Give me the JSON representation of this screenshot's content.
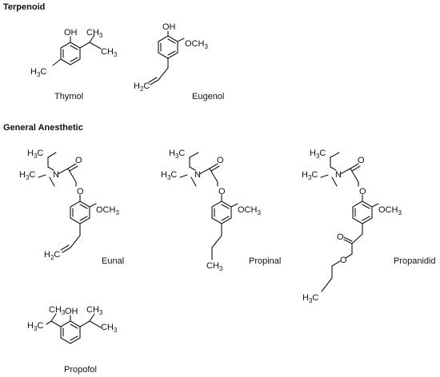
{
  "sections": {
    "terpenoid": "Terpenoid",
    "anesthetic": "General Anesthetic"
  },
  "names": {
    "thymol": "Thymol",
    "eugenol": "Eugenol",
    "eunal": "Eunal",
    "propinal": "Propinal",
    "propanidid": "Propanidid",
    "propofol": "Propofol"
  },
  "atoms": {
    "oh": "OH",
    "ch": "CH",
    "h": "H",
    "c": "C",
    "n": "N",
    "o": "O",
    "three": "3",
    "two": "2",
    "och": "OCH"
  }
}
